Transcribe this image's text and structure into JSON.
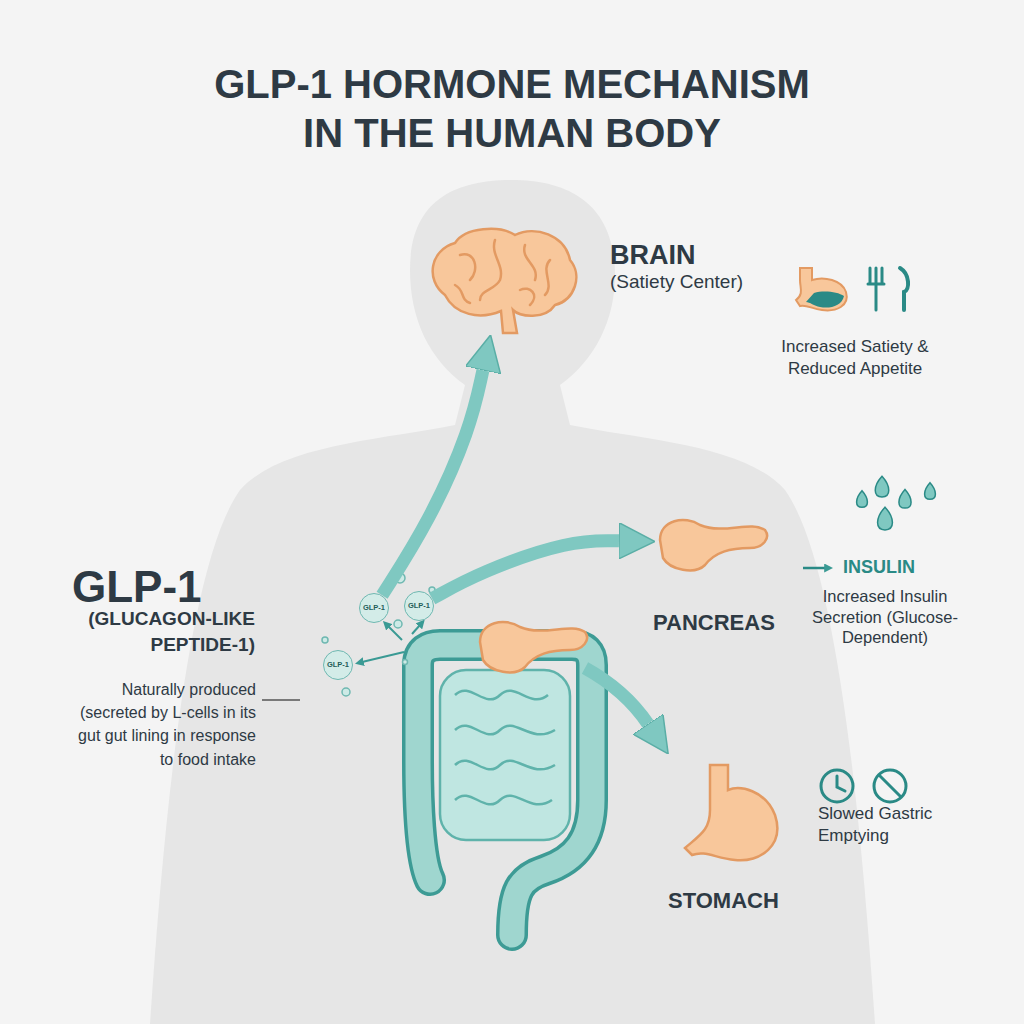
{
  "diagram": {
    "title": "GLP-1 HORMONE MECHANISM IN THE HUMAN BODY",
    "nodes": [
      {
        "text": [
          "BRAIN",
          "(Satiety Center)"
        ]
      },
      {
        "text": [
          "PANCREAS"
        ]
      },
      {
        "text": [
          "GLP-1"
        ]
      },
      {
        "text": [
          "GLP-1"
        ]
      },
      {
        "text": [
          "GLP-1"
        ]
      },
      {
        "text": [
          "STOMACH"
        ]
      }
    ],
    "edges": [
      {
        "from": 2,
        "to": 0,
        "arrow": "to"
      },
      {
        "from": 3,
        "to": 1,
        "arrow": "to"
      }
    ],
    "labels": [
      "Increased Satiety & Reduced Appetite",
      "INSULIN",
      "Increased Insulin Secretion (Glucose-Dependent)",
      "GLP-1",
      "(GLUCAGON-LIKE PEPTIDE-1)",
      "Naturally produced (secreted by L-cells in its gut gut lining in response to food intake",
      "Slowed Gastric Emptying"
    ]
  }
}
